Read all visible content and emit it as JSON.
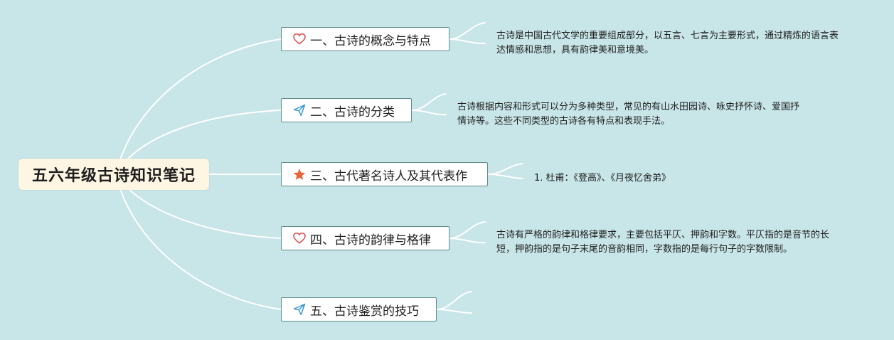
{
  "root": {
    "title": "五六年级古诗知识笔记"
  },
  "colors": {
    "background": "#c8e5e8",
    "root_fill": "#fdf6e3",
    "topic_border": "#5d8e8c",
    "connector": "#ffffff",
    "heart_icon": "#d9534f",
    "plane_icon": "#3a9ad9",
    "star_icon": "#e8643a"
  },
  "topics": [
    {
      "icon": "heart-icon",
      "label": "一、古诗的概念与特点",
      "note": "古诗是中国古代文学的重要组成部分，以五言、七言为主要形式，通过精炼的语言表达情感和思想，具有韵律美和意境美。"
    },
    {
      "icon": "paper-plane-icon",
      "label": "二、古诗的分类",
      "note": "古诗根据内容和形式可以分为多种类型，常见的有山水田园诗、咏史抒怀诗、爱国抒情诗等。这些不同类型的古诗各有特点和表现手法。"
    },
    {
      "icon": "star-icon",
      "label": "三、古代著名诗人及其代表作",
      "note": "1. 杜甫：《登高》、《月夜忆舍弟》"
    },
    {
      "icon": "heart-icon",
      "label": "四、古诗的韵律与格律",
      "note": "古诗有严格的韵律和格律要求，主要包括平仄、押韵和字数。平仄指的是音节的长短，押韵指的是句子末尾的音韵相同，字数指的是每行句子的字数限制。"
    },
    {
      "icon": "paper-plane-icon",
      "label": "五、古诗鉴赏的技巧",
      "note": ""
    }
  ]
}
